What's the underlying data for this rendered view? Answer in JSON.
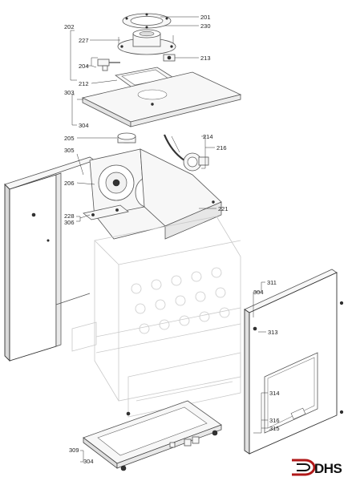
{
  "labels": {
    "l201": "201",
    "l230": "230",
    "l202": "202",
    "l227": "227",
    "l204": "204",
    "l213": "213",
    "l212": "212",
    "l303": "303",
    "l304a": "304",
    "l205": "205",
    "l214": "214",
    "l216": "216",
    "l305": "305",
    "l206": "206",
    "l221": "221",
    "l228": "228",
    "l306": "306",
    "l311": "311",
    "l304b": "304",
    "l313": "313",
    "l314": "314",
    "l316": "316",
    "l315": "315",
    "l309": "309",
    "l304c": "304"
  },
  "logo": {
    "text": "DHS"
  }
}
